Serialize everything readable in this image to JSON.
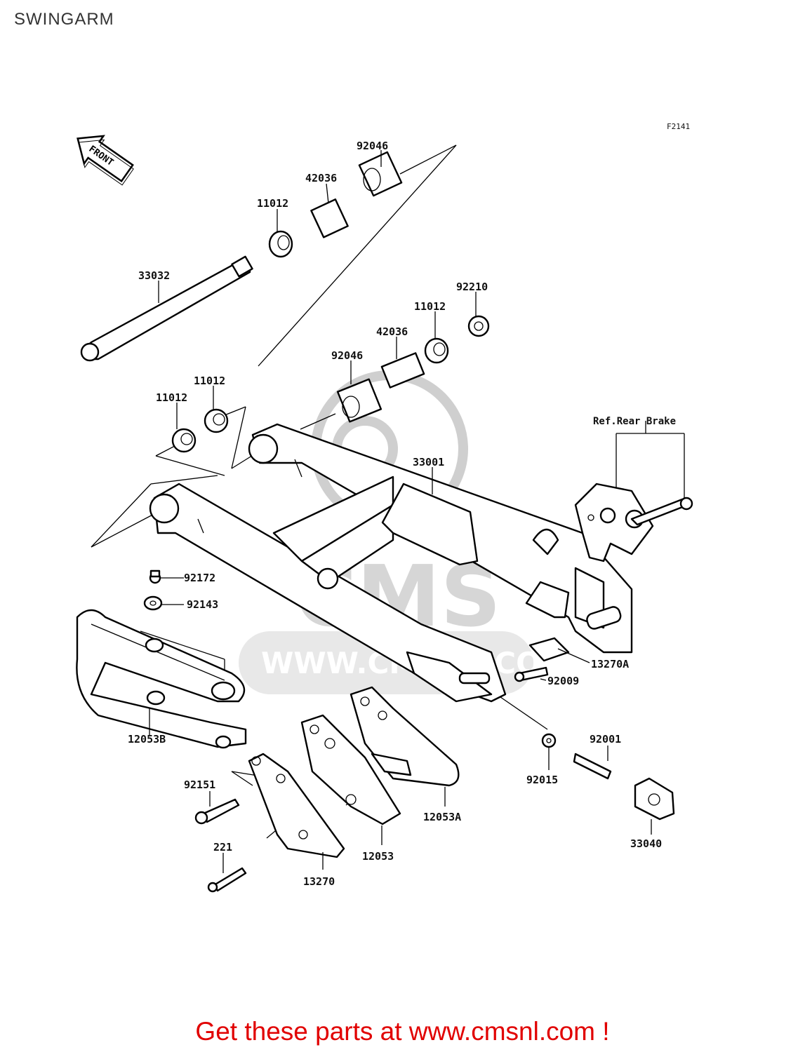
{
  "title": "SWINGARM",
  "figure_code": "F2141",
  "front_marker": "FRONT",
  "reference_note": "Ref.Rear Brake",
  "watermark": {
    "logo": "CMS",
    "url": "WWW.CMSNL.COM"
  },
  "footer": "Get these parts at www.cmsnl.com !",
  "part_labels": [
    "92046",
    "42036",
    "11012",
    "33032",
    "92210",
    "11012",
    "42036",
    "92046",
    "11012",
    "11012",
    "33001",
    "92172",
    "92143",
    "13270A",
    "92009",
    "12053B",
    "92001",
    "92015",
    "92151",
    "12053A",
    "33040",
    "221",
    "12053",
    "13270"
  ]
}
